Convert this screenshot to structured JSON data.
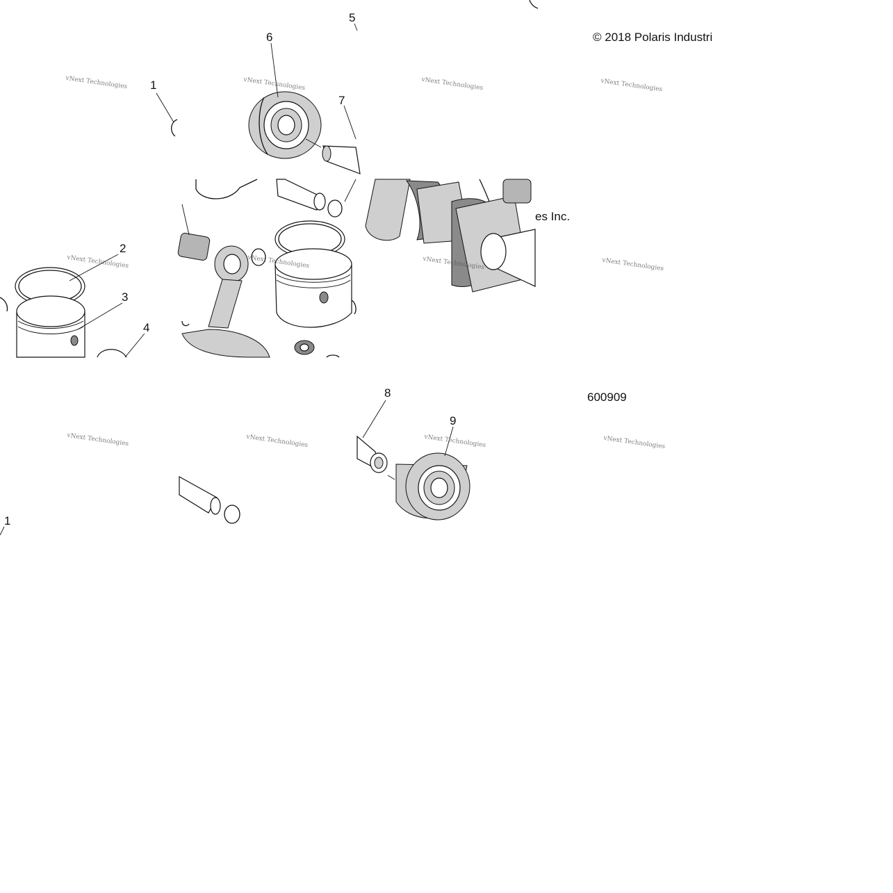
{
  "copyright": {
    "text": "© 2018 Polaris Industries Inc.",
    "visible_head": "© 2018 Polaris Industri",
    "visible_tail": "es Inc."
  },
  "figure_number": "600909",
  "watermark": "vNext Technologies",
  "callouts": [
    "1",
    "2",
    "3",
    "4",
    "5",
    "6",
    "7",
    "8",
    "9",
    "1"
  ]
}
